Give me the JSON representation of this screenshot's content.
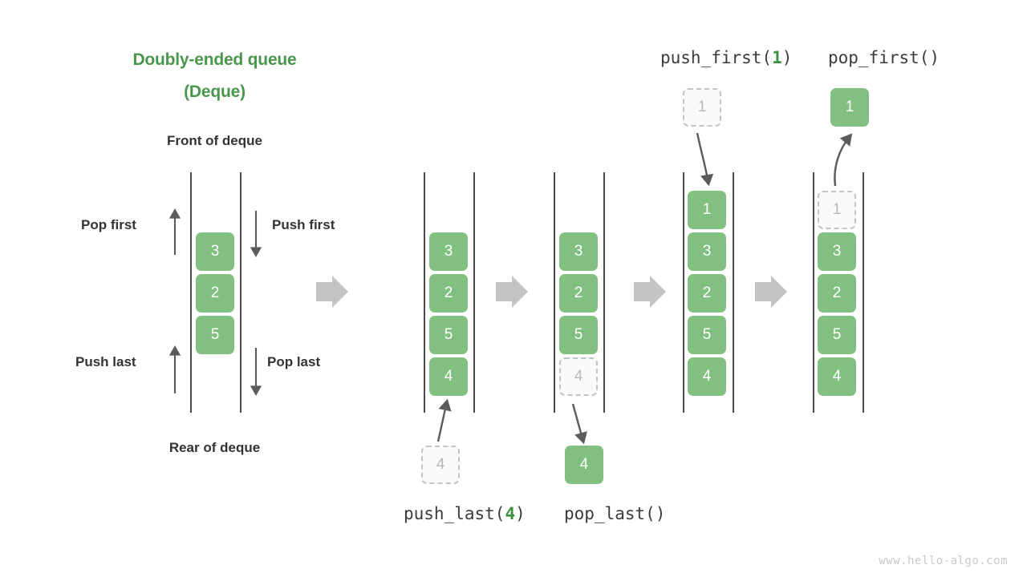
{
  "title": {
    "line1": "Doubly-ended queue",
    "line2": "(Deque)",
    "color": "#4a964d"
  },
  "labels": {
    "front_of_deque": "Front of deque",
    "rear_of_deque": "Rear of deque",
    "pop_first": "Pop first",
    "push_first": "Push first",
    "push_last": "Push last",
    "pop_last": "Pop last"
  },
  "operations": {
    "push_last": {
      "name": "push_last(",
      "arg": "4",
      "close": ")"
    },
    "pop_last": {
      "name": "pop_last()",
      "arg": "",
      "close": ""
    },
    "push_first": {
      "name": "push_first(",
      "arg": "1",
      "close": ")"
    },
    "pop_first": {
      "name": "pop_first()",
      "arg": "",
      "close": ""
    }
  },
  "colors": {
    "node_green": "#81c081",
    "node_text": "#ffffff",
    "ghost_fill": "#fafafa",
    "ghost_border": "#c3c3c3",
    "ghost_text": "#b8b8b8",
    "rail": "#4a4a4a",
    "block_arrow": "#c4c4c4",
    "thin_arrow": "#5b5b5b",
    "label_text": "#333333",
    "watermark": "#c9c9c9"
  },
  "panels": [
    {
      "id": "panel-initial",
      "caption": "",
      "nodes": [
        {
          "value": "3",
          "state": "solid"
        },
        {
          "value": "2",
          "state": "solid"
        },
        {
          "value": "5",
          "state": "solid"
        }
      ]
    },
    {
      "id": "panel-before-push-last",
      "caption": "",
      "nodes": [
        {
          "value": "3",
          "state": "solid"
        },
        {
          "value": "2",
          "state": "solid"
        },
        {
          "value": "5",
          "state": "solid"
        },
        {
          "value": "4",
          "state": "solid"
        }
      ],
      "external_node": {
        "value": "4",
        "state": "ghost",
        "position": "below"
      }
    },
    {
      "id": "panel-pop-last",
      "caption": "",
      "nodes": [
        {
          "value": "3",
          "state": "solid"
        },
        {
          "value": "2",
          "state": "solid"
        },
        {
          "value": "5",
          "state": "solid"
        },
        {
          "value": "4",
          "state": "ghost"
        }
      ],
      "external_node": {
        "value": "4",
        "state": "solid",
        "position": "below"
      }
    },
    {
      "id": "panel-push-first",
      "caption": "",
      "nodes": [
        {
          "value": "1",
          "state": "solid"
        },
        {
          "value": "3",
          "state": "solid"
        },
        {
          "value": "2",
          "state": "solid"
        },
        {
          "value": "5",
          "state": "solid"
        },
        {
          "value": "4",
          "state": "solid"
        }
      ],
      "external_node": {
        "value": "1",
        "state": "ghost",
        "position": "above"
      }
    },
    {
      "id": "panel-pop-first",
      "caption": "",
      "nodes": [
        {
          "value": "1",
          "state": "ghost"
        },
        {
          "value": "3",
          "state": "solid"
        },
        {
          "value": "2",
          "state": "solid"
        },
        {
          "value": "5",
          "state": "solid"
        },
        {
          "value": "4",
          "state": "solid"
        }
      ],
      "external_node": {
        "value": "1",
        "state": "solid",
        "position": "above"
      }
    }
  ],
  "watermark": "www.hello-algo.com"
}
